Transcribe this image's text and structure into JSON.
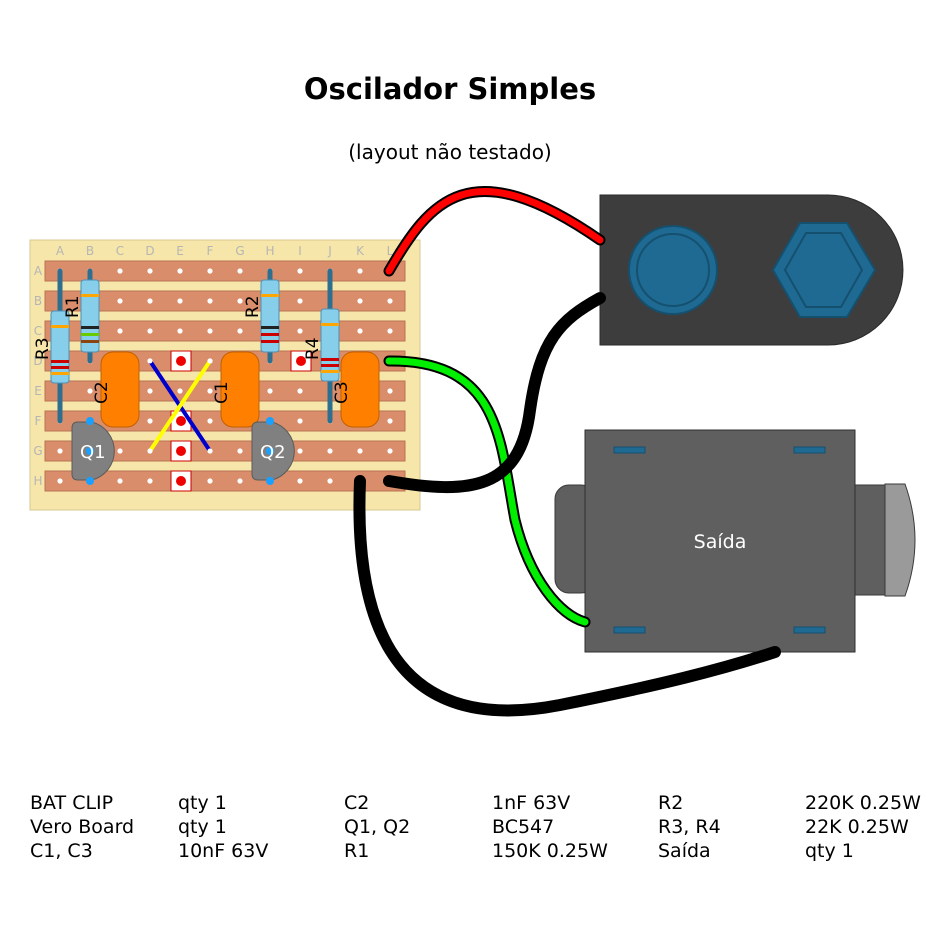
{
  "title": "Oscilador Simples",
  "subtitle": "(layout não testado)",
  "board": {
    "columns": [
      "A",
      "B",
      "C",
      "D",
      "E",
      "F",
      "G",
      "H",
      "I",
      "J",
      "K",
      "L"
    ],
    "rows": [
      "A",
      "B",
      "C",
      "D",
      "E",
      "F",
      "G",
      "H"
    ]
  },
  "components": {
    "r1": "R1",
    "r2": "R2",
    "r3": "R3",
    "r4": "R4",
    "c1": "C1",
    "c2": "C2",
    "c3": "C3",
    "q1": "Q1",
    "q2": "Q2"
  },
  "output_jack_label": "Saída",
  "bom": [
    {
      "name": "BAT CLIP",
      "value": "qty 1"
    },
    {
      "name": "Vero Board",
      "value": "qty 1"
    },
    {
      "name": "C1, C3",
      "value": "10nF 63V"
    },
    {
      "name": "C2",
      "value": "1nF 63V"
    },
    {
      "name": "Q1, Q2",
      "value": "BC547"
    },
    {
      "name": "R1",
      "value": "150K 0.25W"
    },
    {
      "name": "R2",
      "value": "220K 0.25W"
    },
    {
      "name": "R3, R4",
      "value": "22K 0.25W"
    },
    {
      "name": "Saída",
      "value": "qty 1"
    }
  ],
  "colors": {
    "board": "#f7e6a9",
    "strip": "#d98d6b",
    "wire_red": "#ff0000",
    "wire_green": "#00ee00",
    "wire_black": "#000000",
    "wire_blue": "#0000cc",
    "wire_yellow": "#ffff00",
    "capacitor": "#ff8000",
    "resistor": "#87ceeb",
    "transistor": "#808080",
    "battery_clip": "#3d3d3d",
    "jack": "#5f5f5f"
  }
}
